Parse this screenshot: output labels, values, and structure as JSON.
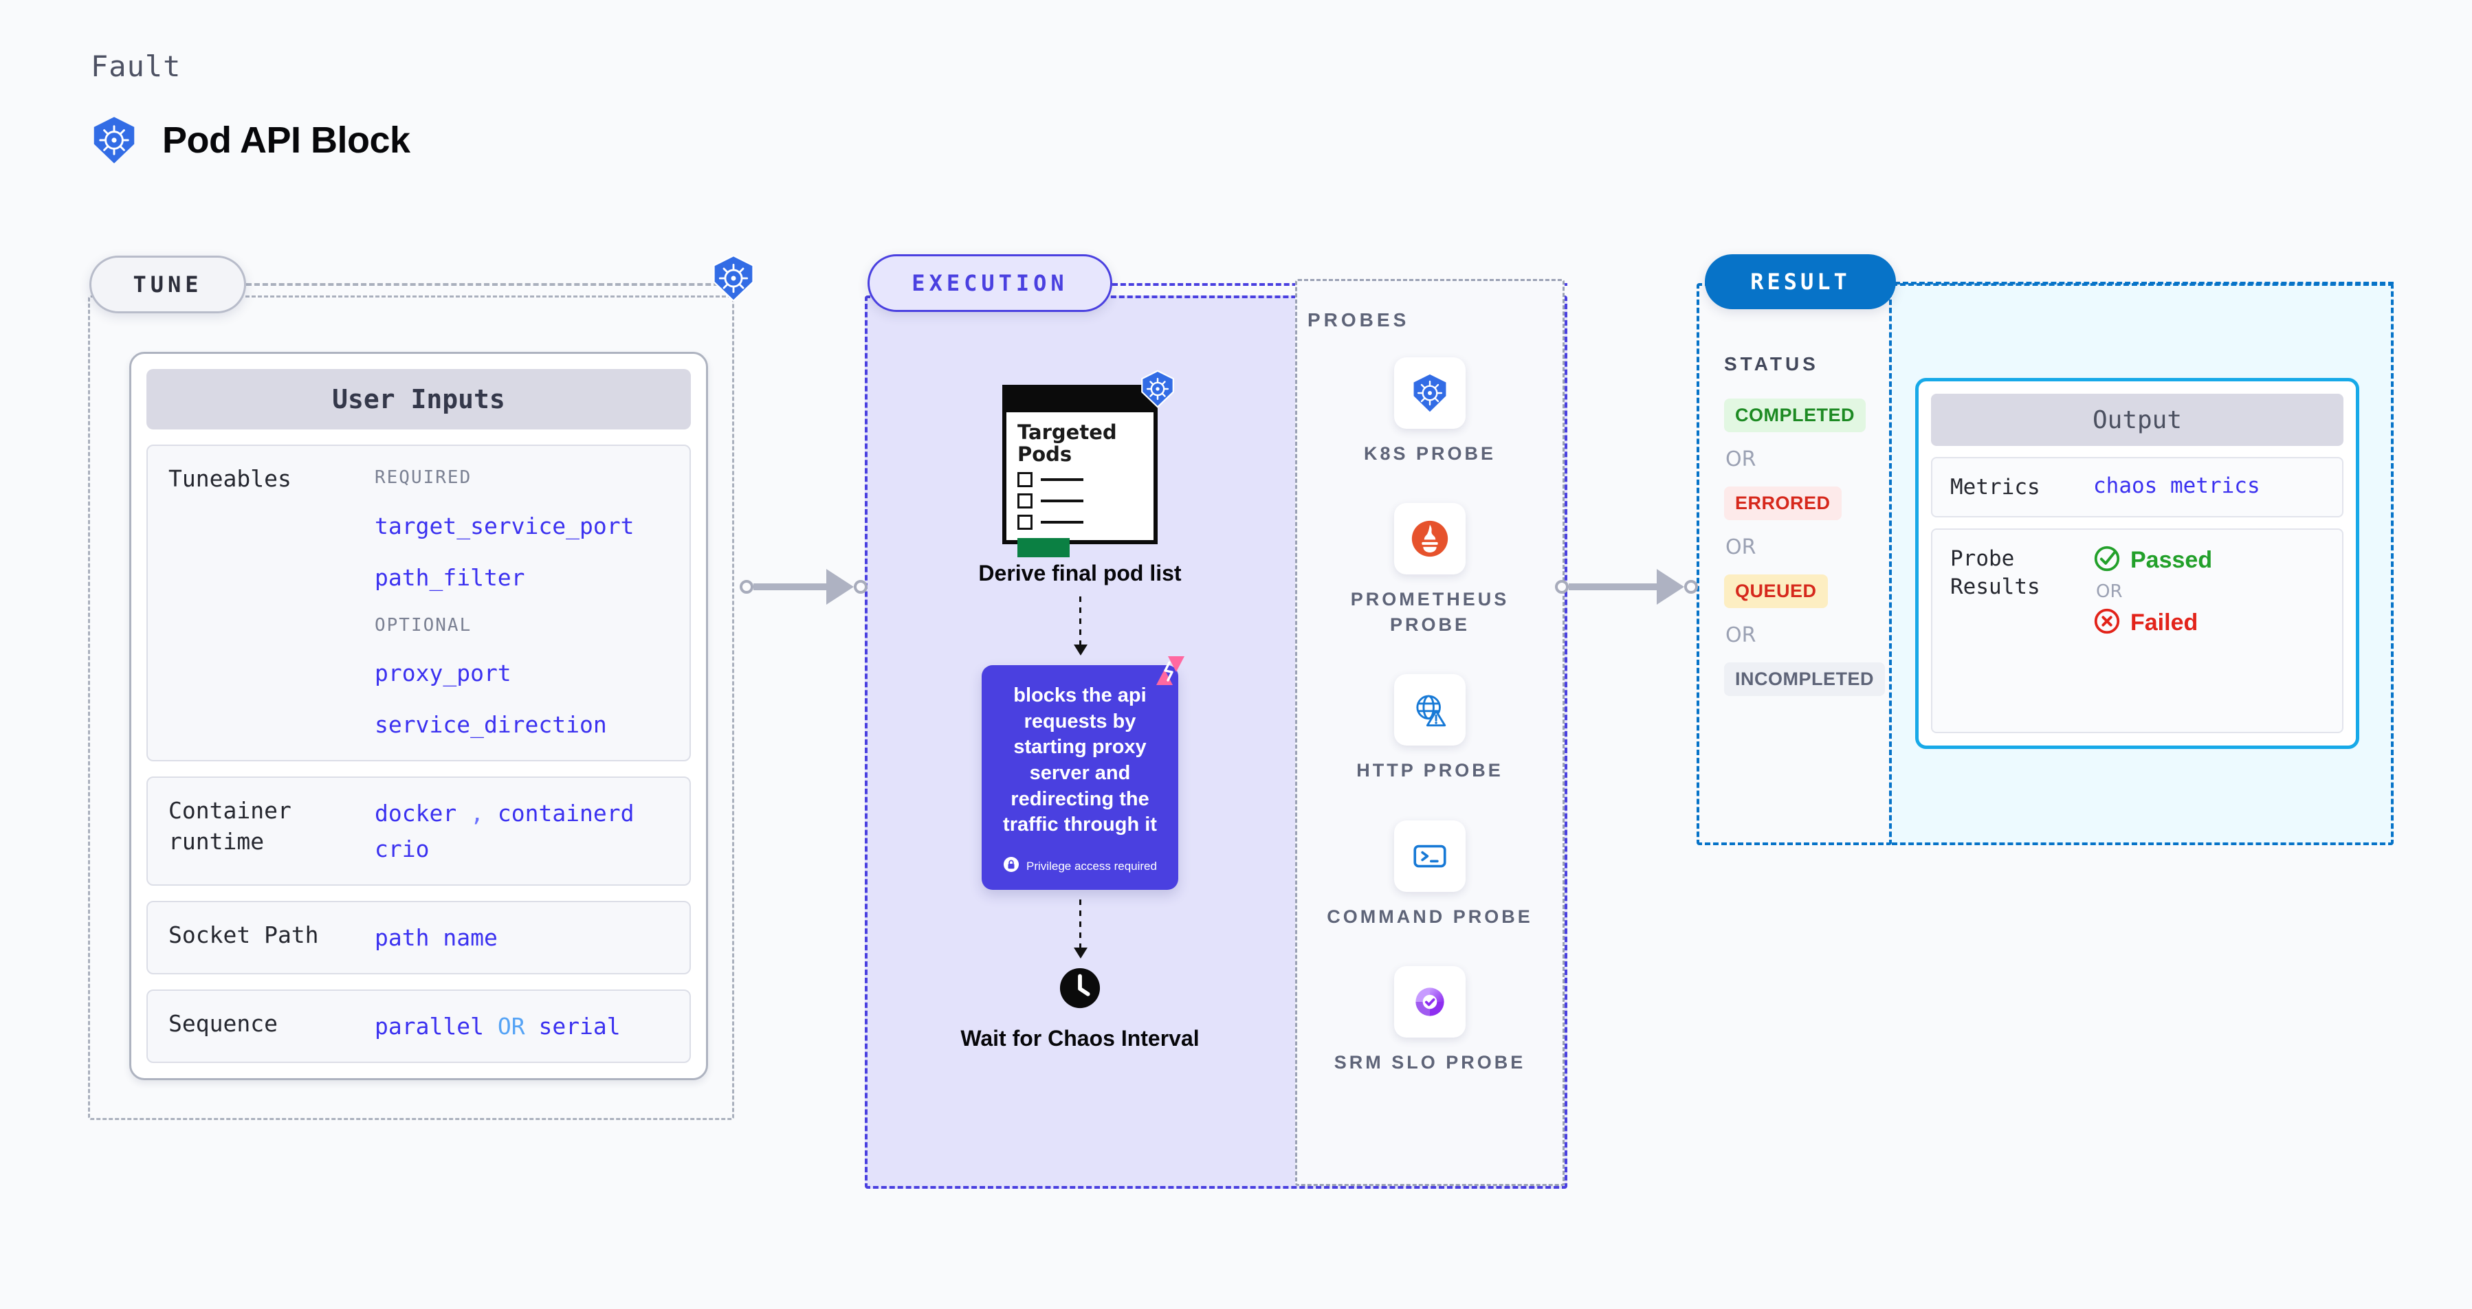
{
  "header": {
    "kicker": "Fault",
    "title": "Pod API Block",
    "icon": "kubernetes-icon"
  },
  "tune": {
    "pill_label": "TUNE",
    "badge_icon": "kubernetes-icon",
    "card_title": "User Inputs",
    "rows": [
      {
        "label": "Tuneables",
        "groups": [
          {
            "heading": "REQUIRED",
            "values": [
              "target_service_port",
              "path_filter"
            ]
          },
          {
            "heading": "OPTIONAL",
            "values": [
              "proxy_port",
              "service_direction"
            ]
          }
        ]
      },
      {
        "label": "Container runtime",
        "value_line_1": "docker",
        "separator": ",",
        "value_line_1b": "containerd",
        "value_line_2": "crio"
      },
      {
        "label": "Socket Path",
        "value": "path name"
      },
      {
        "label": "Sequence",
        "value_a": "parallel",
        "operator": "OR",
        "value_b": "serial"
      }
    ]
  },
  "execution": {
    "pill_label": "EXECUTION",
    "steps": [
      {
        "type": "pods-card",
        "card_title": "Targeted Pods",
        "badge_icon": "kubernetes-icon",
        "label": "Derive final pod list"
      },
      {
        "type": "action",
        "text": "blocks the api requests by starting proxy server and redirecting the traffic through it",
        "privilege_note": "Privilege access required",
        "privilege_icon": "lock-icon",
        "brand_icon": "harness-icon",
        "color": "#4a40e0"
      },
      {
        "type": "wait",
        "icon": "clock-icon",
        "label": "Wait for Chaos Interval"
      }
    ],
    "probes": {
      "section_label": "PROBES",
      "items": [
        {
          "name": "K8S PROBE",
          "icon": "kubernetes-icon"
        },
        {
          "name": "PROMETHEUS PROBE",
          "icon": "prometheus-icon"
        },
        {
          "name": "HTTP PROBE",
          "icon": "http-globe-warning-icon"
        },
        {
          "name": "COMMAND PROBE",
          "icon": "terminal-icon"
        },
        {
          "name": "SRM SLO PROBE",
          "icon": "srm-slo-icon"
        }
      ]
    }
  },
  "result": {
    "pill_label": "RESULT",
    "status": {
      "title": "STATUS",
      "or_label": "OR",
      "badges": [
        {
          "label": "COMPLETED",
          "bg": "#e2f7e2",
          "fg": "#1d8a23"
        },
        {
          "label": "ERRORED",
          "bg": "#fdeaea",
          "fg": "#d6281c"
        },
        {
          "label": "QUEUED",
          "bg": "#fdeec2",
          "fg": "#d6281c"
        },
        {
          "label": "INCOMPLETED",
          "bg": "#eef0f5",
          "fg": "#5e6478"
        }
      ]
    },
    "output": {
      "card_title": "Output",
      "metrics_label": "Metrics",
      "metrics_value": "chaos metrics",
      "probe_results_label": "Probe Results",
      "passed_label": "Passed",
      "passed_icon": "check-circle-icon",
      "or_label": "OR",
      "failed_label": "Failed",
      "failed_icon": "x-circle-icon"
    }
  },
  "colors": {
    "execution_accent": "#4a40e0",
    "result_accent": "#0773c8",
    "output_border": "#17a9e8",
    "kubernetes_blue": "#326ce5",
    "prometheus_orange": "#e6522c",
    "link_blue": "#3b31f0"
  }
}
